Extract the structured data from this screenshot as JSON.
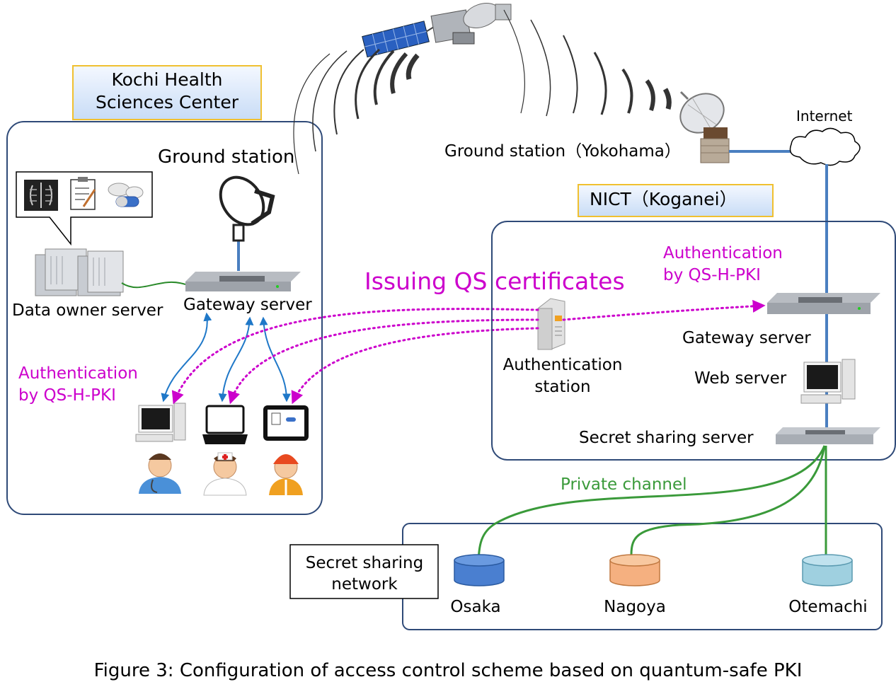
{
  "kochi": {
    "title_line1": "Kochi Health",
    "title_line2": "Sciences Center",
    "ground_station": "Ground station",
    "data_owner_server": "Data owner server",
    "gateway_server": "Gateway server",
    "auth_line1": "Authentication",
    "auth_line2": "by QS-H-PKI"
  },
  "center": {
    "issuing": "Issuing QS certificates",
    "auth_station_line1": "Authentication",
    "auth_station_line2": "station"
  },
  "yokohama": {
    "ground_station": "Ground station（Yokohama）",
    "internet": "Internet"
  },
  "nict": {
    "title": "NICT（Koganei）",
    "auth_line1": "Authentication",
    "auth_line2": "by QS-H-PKI",
    "gateway_server": "Gateway server",
    "web_server": "Web server",
    "secret_sharing_server": "Secret sharing server"
  },
  "network": {
    "private_channel": "Private channel",
    "label_line1": "Secret sharing",
    "label_line2": "network",
    "nodes": [
      "Osaka",
      "Nagoya",
      "Otemachi"
    ]
  },
  "caption": "Figure 3: Configuration of access control scheme based on quantum-safe PKI",
  "colors": {
    "magenta": "#cc00cc",
    "blue_arrow": "#1f78c8",
    "green_line": "#3a9a3a",
    "box_border": "#2f4a78",
    "osaka_db": "#4a7fd0",
    "nagoya_db": "#f5b080",
    "otemachi_db": "#9fd0e0"
  }
}
